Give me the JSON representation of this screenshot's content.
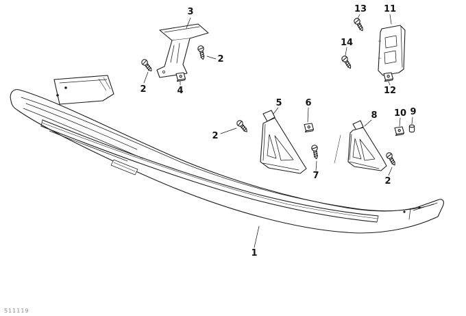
{
  "diagram": {
    "kind": "exploded-parts-diagram",
    "colors": {
      "line": "#1a1a1a",
      "background": "#ffffff"
    },
    "footer_code": "511119",
    "callouts": [
      {
        "part": "3"
      },
      {
        "part": "2"
      },
      {
        "part": "2"
      },
      {
        "part": "4"
      },
      {
        "part": "13"
      },
      {
        "part": "11"
      },
      {
        "part": "14"
      },
      {
        "part": "12"
      },
      {
        "part": "5"
      },
      {
        "part": "6"
      },
      {
        "part": "2"
      },
      {
        "part": "7"
      },
      {
        "part": "8"
      },
      {
        "part": "10"
      },
      {
        "part": "9"
      },
      {
        "part": "2"
      },
      {
        "part": "1"
      }
    ]
  }
}
